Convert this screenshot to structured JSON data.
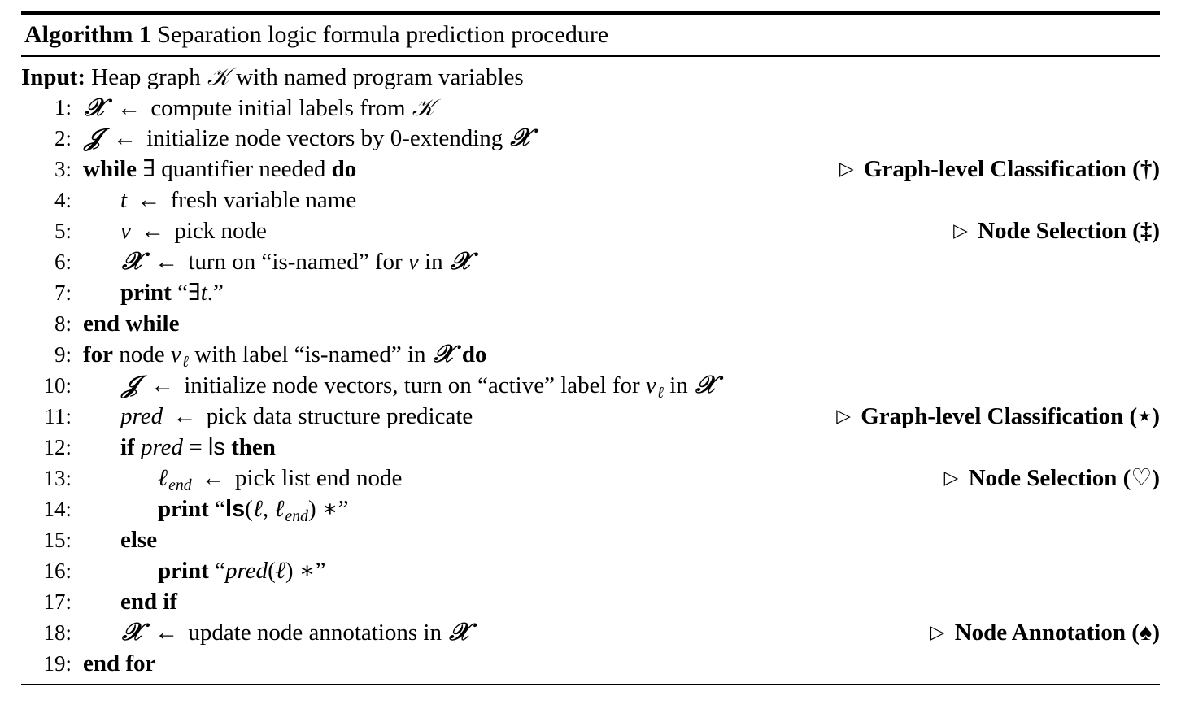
{
  "figure": {
    "kind": "algorithm-pseudocode",
    "label": "Algorithm 1",
    "title": "Separation logic formula prediction procedure",
    "input_label": "Input:",
    "input_text_before": "Heap graph",
    "input_graph_symbol": "\u0001d4a2",
    "input_text_after": "with named program variables"
  },
  "symbols": {
    "graph": "G",
    "labels_X": "X",
    "hidden_H": "H",
    "assign_arrow": "←",
    "exists": "∃",
    "comment_marker": "▹",
    "star_sep": "∗",
    "ell": "ℓ",
    "dagger": "†",
    "ddagger": "‡",
    "star": "⋆",
    "heart": "♡",
    "spade": "♠"
  },
  "lines": [
    {
      "num": "1:",
      "indent": 0,
      "text": "X ← compute initial labels from G",
      "comment": null
    },
    {
      "num": "2:",
      "indent": 0,
      "text": "H ← initialize node vectors by 0-extending X",
      "comment": null
    },
    {
      "num": "3:",
      "indent": 0,
      "text": "while ∃ quantifier needed do",
      "comment": "Graph-level Classification (†)",
      "comment_label": "Graph-level Classification",
      "comment_marker_symbol": "†"
    },
    {
      "num": "4:",
      "indent": 1,
      "text": "t ← fresh variable name",
      "comment": null
    },
    {
      "num": "5:",
      "indent": 1,
      "text": "v ← pick node",
      "comment": "Node Selection (‡)",
      "comment_label": "Node Selection",
      "comment_marker_symbol": "‡"
    },
    {
      "num": "6:",
      "indent": 1,
      "text": "X ← turn on “is-named” for v in X",
      "comment": null
    },
    {
      "num": "7:",
      "indent": 1,
      "text": "print “∃t.”",
      "comment": null
    },
    {
      "num": "8:",
      "indent": 0,
      "text": "end while",
      "comment": null
    },
    {
      "num": "9:",
      "indent": 0,
      "text": "for node vℓ with label “is-named” in X do",
      "comment": null
    },
    {
      "num": "10:",
      "indent": 1,
      "text": "H ← initialize node vectors, turn on “active” label for vℓ in X",
      "comment": null
    },
    {
      "num": "11:",
      "indent": 1,
      "text": "pred ← pick data structure predicate",
      "comment": "Graph-level Classification (⋆)",
      "comment_label": "Graph-level Classification",
      "comment_marker_symbol": "⋆"
    },
    {
      "num": "12:",
      "indent": 1,
      "text": "if pred = ls then",
      "comment": null
    },
    {
      "num": "13:",
      "indent": 2,
      "text": "ℓend ← pick list end node",
      "comment": "Node Selection (♡)",
      "comment_label": "Node Selection",
      "comment_marker_symbol": "♡"
    },
    {
      "num": "14:",
      "indent": 2,
      "text": "print “ls(ℓ, ℓend) ∗”",
      "comment": null
    },
    {
      "num": "15:",
      "indent": 1,
      "text": "else",
      "comment": null
    },
    {
      "num": "16:",
      "indent": 2,
      "text": "print “pred(ℓ) ∗”",
      "comment": null
    },
    {
      "num": "17:",
      "indent": 1,
      "text": "end if",
      "comment": null
    },
    {
      "num": "18:",
      "indent": 1,
      "text": "X ← update node annotations in X",
      "comment": "Node Annotation (♠)",
      "comment_label": "Node Annotation",
      "comment_marker_symbol": "♠"
    },
    {
      "num": "19:",
      "indent": 0,
      "text": "end for",
      "comment": null
    }
  ],
  "words": {
    "compute_initial_labels_from": "compute initial labels from",
    "initialize_node_vectors_by": "initialize node vectors by 0-extending",
    "while": "while",
    "quantifier_needed": "quantifier needed",
    "do": "do",
    "t": "t",
    "fresh_variable_name": "fresh variable name",
    "v": "v",
    "pick_node": "pick node",
    "turn_on": "turn on",
    "is_named_quoted": "“is-named”",
    "for": "for",
    "in": "in",
    "print": "print",
    "exists_t_quoted": "“∃t.”",
    "end_while": "end while",
    "node": "node",
    "with_label": "with label",
    "initialize_node_vectors_comma": "initialize node vectors, turn on",
    "active_quoted": "“active”",
    "label_for": "label for",
    "pred": "pred",
    "pick_data_structure_predicate": "pick data structure predicate",
    "if": "if",
    "equals": "=",
    "ls": "ls",
    "then": "then",
    "pick_list_end_node": "pick list end node",
    "else": "else",
    "end_if": "end if",
    "update_node_annotations_in": "update node annotations in",
    "end_for": "end for",
    "end_sub": "end",
    "open_quote": "“",
    "close_quote": "”",
    "lparen": "(",
    "rparen": ")",
    "comma": ","
  },
  "style": {
    "background": "#ffffff",
    "text_color": "#000000",
    "rule_color": "#000000"
  }
}
